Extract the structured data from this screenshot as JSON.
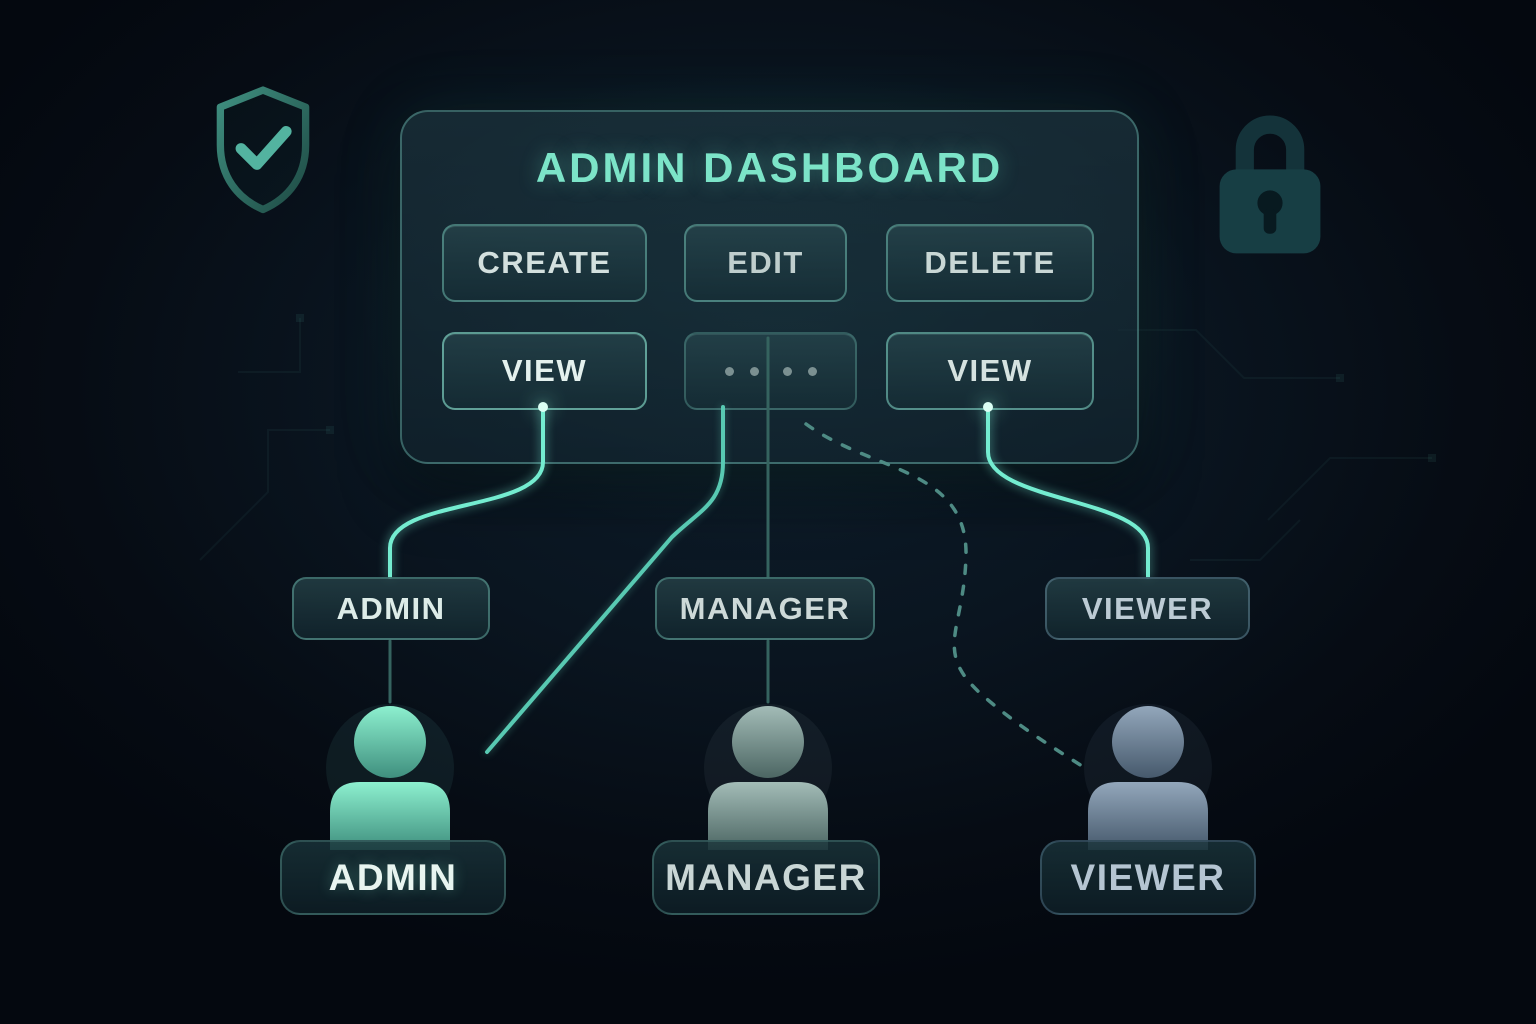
{
  "dashboard": {
    "title": "ADMIN DASHBOARD",
    "buttons": {
      "create": "CREATE",
      "edit": "EDIT",
      "delete": "DELETE",
      "view_admin": "VIEW",
      "view_viewer": "VIEW"
    },
    "dots_button_dot_count": 4
  },
  "roles": {
    "admin": {
      "pill": "ADMIN",
      "label": "ADMIN"
    },
    "manager": {
      "pill": "MANAGER",
      "label": "MANAGER"
    },
    "viewer": {
      "pill": "VIEWER",
      "label": "VIEWER"
    }
  },
  "icons": {
    "top_left": "shield-check",
    "top_right": "padlock",
    "middle_button": "ellipsis-dots"
  },
  "colors": {
    "background": "#0a1520",
    "accent": "#74ecd0",
    "title": "#7ce4c8",
    "panel_border": "#70beb2",
    "button_text": "#d3e0de",
    "dim_line": "#35635f",
    "dashed_line": "#4e8b84",
    "avatar_admin": "#8df0cf",
    "avatar_manager": "#9db4b0",
    "avatar_viewer": "#93a7bb"
  }
}
